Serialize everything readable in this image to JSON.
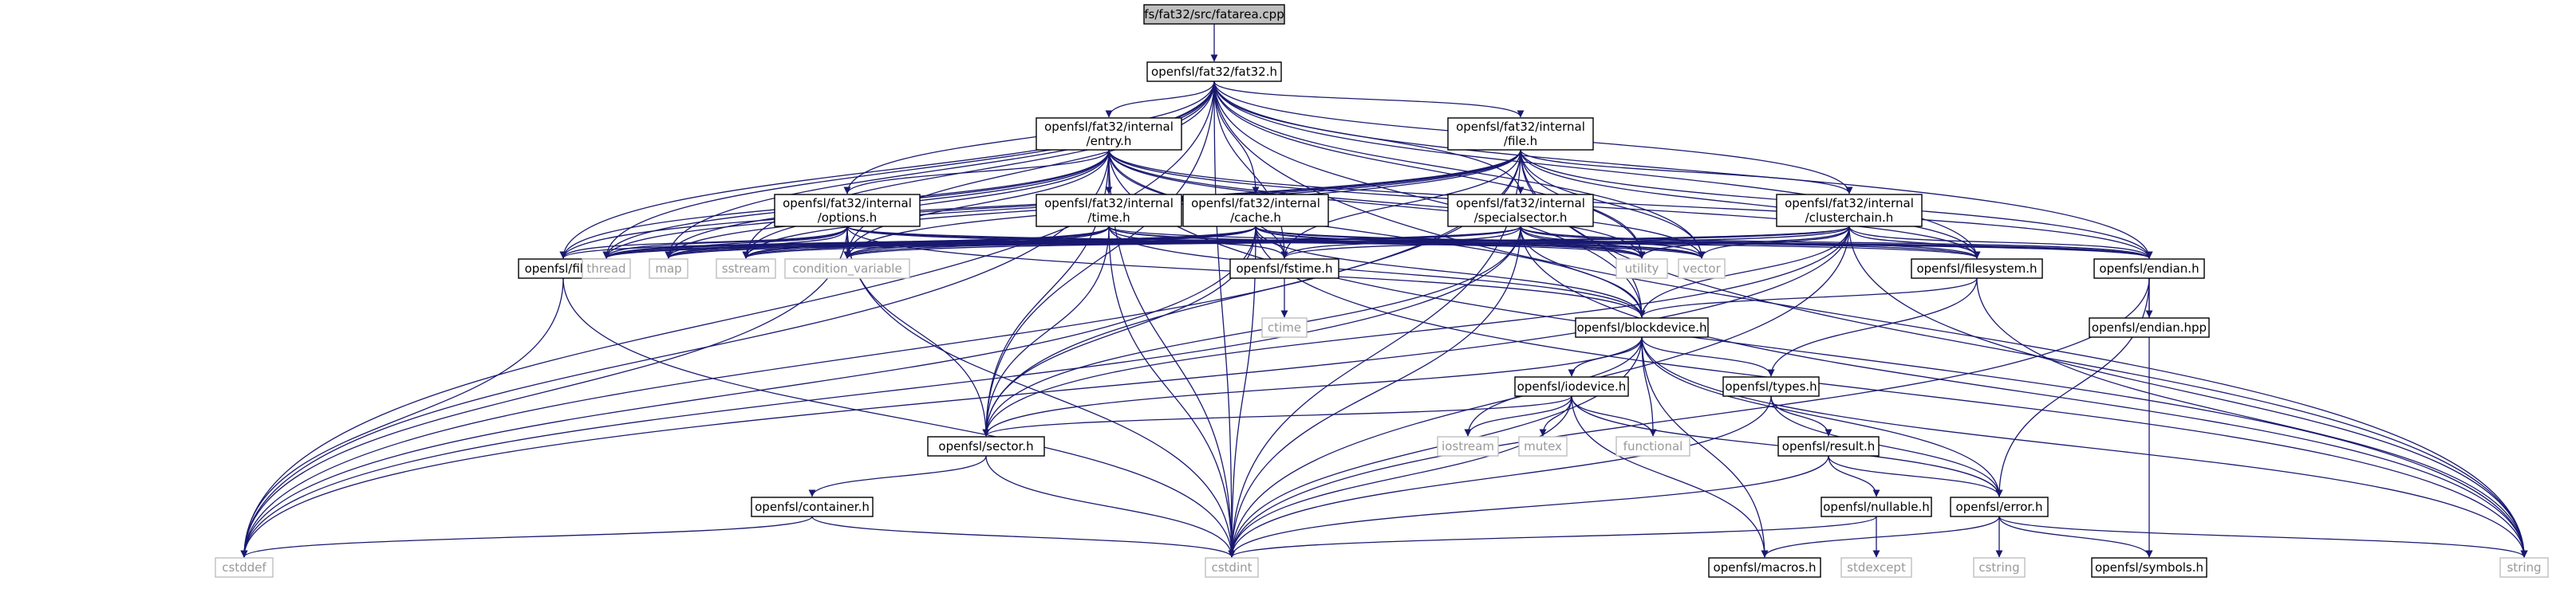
{
  "colors": {
    "edge": "#191970",
    "node_border": "#000000",
    "root_fill": "#bfbfbf",
    "root_border": "#000000",
    "system_border": "#bfbfbf",
    "system_text": "#999999"
  },
  "nodes": {
    "fatarea_cpp": "fs/fat32/src/fatarea.cpp",
    "fat32_h": "openfsl/fat32/fat32.h",
    "entry_h": [
      "openfsl/fat32/internal",
      "/entry.h"
    ],
    "file_int_h": [
      "openfsl/fat32/internal",
      "/file.h"
    ],
    "options_h": [
      "openfsl/fat32/internal",
      "/options.h"
    ],
    "time_h": [
      "openfsl/fat32/internal",
      "/time.h"
    ],
    "cache_h": [
      "openfsl/fat32/internal",
      "/cache.h"
    ],
    "specialsector_h": [
      "openfsl/fat32/internal",
      "/specialsector.h"
    ],
    "clusterchain_h": [
      "openfsl/fat32/internal",
      "/clusterchain.h"
    ],
    "file_h": "openfsl/file.h",
    "thread": "thread",
    "map": "map",
    "sstream": "sstream",
    "condition_variable": "condition_variable",
    "fstime_h": "openfsl/fstime.h",
    "utility": "utility",
    "vector": "vector",
    "filesystem_h": "openfsl/filesystem.h",
    "endian_h": "openfsl/endian.h",
    "ctime": "ctime",
    "endian_hpp": "openfsl/endian.hpp",
    "blockdevice_h": "openfsl/blockdevice.h",
    "iodevice_h": "openfsl/iodevice.h",
    "types_h": "openfsl/types.h",
    "iostream": "iostream",
    "mutex": "mutex",
    "functional": "functional",
    "result_h": "openfsl/result.h",
    "sector_h": "openfsl/sector.h",
    "container_h": "openfsl/container.h",
    "nullable_h": "openfsl/nullable.h",
    "error_h": "openfsl/error.h",
    "cstddef": "cstddef",
    "cstdint": "cstdint",
    "macros_h": "openfsl/macros.h",
    "stdexcept": "stdexcept",
    "cstring": "cstring",
    "symbols_h": "openfsl/symbols.h",
    "string": "string"
  },
  "edges": [
    [
      "fatarea_cpp",
      "fat32_h"
    ],
    [
      "fat32_h",
      "entry_h"
    ],
    [
      "fat32_h",
      "file_int_h"
    ],
    [
      "fat32_h",
      "options_h"
    ],
    [
      "fat32_h",
      "cache_h"
    ],
    [
      "fat32_h",
      "specialsector_h"
    ],
    [
      "fat32_h",
      "clusterchain_h"
    ],
    [
      "fat32_h",
      "file_h"
    ],
    [
      "fat32_h",
      "thread"
    ],
    [
      "fat32_h",
      "map"
    ],
    [
      "fat32_h",
      "sstream"
    ],
    [
      "fat32_h",
      "condition_variable"
    ],
    [
      "fat32_h",
      "fstime_h"
    ],
    [
      "fat32_h",
      "utility"
    ],
    [
      "fat32_h",
      "vector"
    ],
    [
      "fat32_h",
      "filesystem_h"
    ],
    [
      "fat32_h",
      "endian_h"
    ],
    [
      "fat32_h",
      "blockdevice_h"
    ],
    [
      "fat32_h",
      "sector_h"
    ],
    [
      "fat32_h",
      "cstddef"
    ],
    [
      "fat32_h",
      "cstdint"
    ],
    [
      "fat32_h",
      "string"
    ],
    [
      "entry_h",
      "time_h"
    ],
    [
      "entry_h",
      "options_h"
    ],
    [
      "entry_h",
      "file_h"
    ],
    [
      "entry_h",
      "thread"
    ],
    [
      "entry_h",
      "map"
    ],
    [
      "entry_h",
      "sstream"
    ],
    [
      "entry_h",
      "condition_variable"
    ],
    [
      "entry_h",
      "fstime_h"
    ],
    [
      "entry_h",
      "utility"
    ],
    [
      "entry_h",
      "vector"
    ],
    [
      "entry_h",
      "filesystem_h"
    ],
    [
      "entry_h",
      "endian_h"
    ],
    [
      "entry_h",
      "blockdevice_h"
    ],
    [
      "entry_h",
      "sector_h"
    ],
    [
      "entry_h",
      "cstddef"
    ],
    [
      "entry_h",
      "cstdint"
    ],
    [
      "entry_h",
      "string"
    ],
    [
      "file_int_h",
      "clusterchain_h"
    ],
    [
      "file_int_h",
      "file_h"
    ],
    [
      "file_int_h",
      "thread"
    ],
    [
      "file_int_h",
      "map"
    ],
    [
      "file_int_h",
      "sstream"
    ],
    [
      "file_int_h",
      "condition_variable"
    ],
    [
      "file_int_h",
      "fstime_h"
    ],
    [
      "file_int_h",
      "utility"
    ],
    [
      "file_int_h",
      "vector"
    ],
    [
      "file_int_h",
      "filesystem_h"
    ],
    [
      "file_int_h",
      "endian_h"
    ],
    [
      "file_int_h",
      "blockdevice_h"
    ],
    [
      "file_int_h",
      "sector_h"
    ],
    [
      "file_int_h",
      "cstddef"
    ],
    [
      "file_int_h",
      "cstdint"
    ],
    [
      "file_int_h",
      "string"
    ],
    [
      "options_h",
      "file_h"
    ],
    [
      "options_h",
      "thread"
    ],
    [
      "options_h",
      "map"
    ],
    [
      "options_h",
      "sstream"
    ],
    [
      "options_h",
      "condition_variable"
    ],
    [
      "options_h",
      "utility"
    ],
    [
      "options_h",
      "vector"
    ],
    [
      "options_h",
      "filesystem_h"
    ],
    [
      "options_h",
      "endian_h"
    ],
    [
      "options_h",
      "blockdevice_h"
    ],
    [
      "options_h",
      "sector_h"
    ],
    [
      "options_h",
      "cstddef"
    ],
    [
      "options_h",
      "cstdint"
    ],
    [
      "time_h",
      "fstime_h"
    ],
    [
      "time_h",
      "thread"
    ],
    [
      "time_h",
      "map"
    ],
    [
      "time_h",
      "sstream"
    ],
    [
      "time_h",
      "condition_variable"
    ],
    [
      "time_h",
      "utility"
    ],
    [
      "time_h",
      "vector"
    ],
    [
      "time_h",
      "endian_h"
    ],
    [
      "time_h",
      "blockdevice_h"
    ],
    [
      "time_h",
      "sector_h"
    ],
    [
      "time_h",
      "cstdint"
    ],
    [
      "cache_h",
      "file_h"
    ],
    [
      "cache_h",
      "thread"
    ],
    [
      "cache_h",
      "map"
    ],
    [
      "cache_h",
      "sstream"
    ],
    [
      "cache_h",
      "condition_variable"
    ],
    [
      "cache_h",
      "fstime_h"
    ],
    [
      "cache_h",
      "utility"
    ],
    [
      "cache_h",
      "vector"
    ],
    [
      "cache_h",
      "filesystem_h"
    ],
    [
      "cache_h",
      "endian_h"
    ],
    [
      "cache_h",
      "blockdevice_h"
    ],
    [
      "cache_h",
      "sector_h"
    ],
    [
      "cache_h",
      "cstddef"
    ],
    [
      "cache_h",
      "cstdint"
    ],
    [
      "cache_h",
      "string"
    ],
    [
      "specialsector_h",
      "thread"
    ],
    [
      "specialsector_h",
      "map"
    ],
    [
      "specialsector_h",
      "sstream"
    ],
    [
      "specialsector_h",
      "condition_variable"
    ],
    [
      "specialsector_h",
      "fstime_h"
    ],
    [
      "specialsector_h",
      "utility"
    ],
    [
      "specialsector_h",
      "vector"
    ],
    [
      "specialsector_h",
      "filesystem_h"
    ],
    [
      "specialsector_h",
      "endian_h"
    ],
    [
      "specialsector_h",
      "blockdevice_h"
    ],
    [
      "specialsector_h",
      "sector_h"
    ],
    [
      "specialsector_h",
      "cstddef"
    ],
    [
      "specialsector_h",
      "cstdint"
    ],
    [
      "specialsector_h",
      "string"
    ],
    [
      "clusterchain_h",
      "thread"
    ],
    [
      "clusterchain_h",
      "map"
    ],
    [
      "clusterchain_h",
      "sstream"
    ],
    [
      "clusterchain_h",
      "condition_variable"
    ],
    [
      "clusterchain_h",
      "fstime_h"
    ],
    [
      "clusterchain_h",
      "utility"
    ],
    [
      "clusterchain_h",
      "vector"
    ],
    [
      "clusterchain_h",
      "filesystem_h"
    ],
    [
      "clusterchain_h",
      "endian_h"
    ],
    [
      "clusterchain_h",
      "blockdevice_h"
    ],
    [
      "clusterchain_h",
      "sector_h"
    ],
    [
      "clusterchain_h",
      "cstddef"
    ],
    [
      "clusterchain_h",
      "cstdint"
    ],
    [
      "clusterchain_h",
      "string"
    ],
    [
      "file_h",
      "cstddef"
    ],
    [
      "file_h",
      "cstdint"
    ],
    [
      "fstime_h",
      "ctime"
    ],
    [
      "filesystem_h",
      "blockdevice_h"
    ],
    [
      "filesystem_h",
      "types_h"
    ],
    [
      "filesystem_h",
      "string"
    ],
    [
      "endian_h",
      "endian_hpp"
    ],
    [
      "endian_h",
      "error_h"
    ],
    [
      "endian_h",
      "symbols_h"
    ],
    [
      "endian_h",
      "cstdint"
    ],
    [
      "blockdevice_h",
      "iodevice_h"
    ],
    [
      "blockdevice_h",
      "types_h"
    ],
    [
      "blockdevice_h",
      "sector_h"
    ],
    [
      "blockdevice_h",
      "iostream"
    ],
    [
      "blockdevice_h",
      "functional"
    ],
    [
      "blockdevice_h",
      "cstdint"
    ],
    [
      "blockdevice_h",
      "macros_h"
    ],
    [
      "blockdevice_h",
      "error_h"
    ],
    [
      "blockdevice_h",
      "string"
    ],
    [
      "iodevice_h",
      "sector_h"
    ],
    [
      "iodevice_h",
      "iostream"
    ],
    [
      "iodevice_h",
      "mutex"
    ],
    [
      "iodevice_h",
      "functional"
    ],
    [
      "iodevice_h",
      "cstdint"
    ],
    [
      "iodevice_h",
      "macros_h"
    ],
    [
      "iodevice_h",
      "error_h"
    ],
    [
      "types_h",
      "result_h"
    ],
    [
      "types_h",
      "error_h"
    ],
    [
      "types_h",
      "cstdint"
    ],
    [
      "result_h",
      "nullable_h"
    ],
    [
      "result_h",
      "error_h"
    ],
    [
      "result_h",
      "cstdint"
    ],
    [
      "sector_h",
      "container_h"
    ],
    [
      "sector_h",
      "cstdint"
    ],
    [
      "container_h",
      "cstddef"
    ],
    [
      "container_h",
      "cstdint"
    ],
    [
      "nullable_h",
      "stdexcept"
    ],
    [
      "nullable_h",
      "cstdint"
    ],
    [
      "error_h",
      "macros_h"
    ],
    [
      "error_h",
      "cstring"
    ],
    [
      "error_h",
      "symbols_h"
    ],
    [
      "error_h",
      "string"
    ]
  ]
}
